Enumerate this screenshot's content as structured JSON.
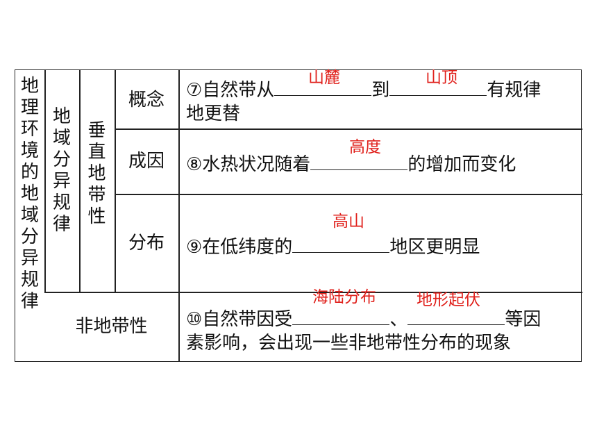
{
  "col1_text": "地理环境的地域分异规律",
  "col2_text": "地域分异规律",
  "col3_text": "垂直地带性",
  "rows": {
    "concept": {
      "label": "概念",
      "prefix": "⑦自然带从",
      "middle": "到",
      "suffix": "有规律",
      "line2": "地更替",
      "answer1": "山麓",
      "answer2": "山顶"
    },
    "cause": {
      "label": "成因",
      "prefix": "⑧水热状况随着",
      "suffix": "的增加而变化",
      "answer1": "高度"
    },
    "distribution": {
      "label": "分布",
      "prefix": "⑨在低纬度的",
      "suffix": "地区更明显",
      "answer1": "高山"
    },
    "azonal": {
      "label": "非地带性",
      "prefix": "⑩自然带因受",
      "middle": "、",
      "suffix": "等因",
      "line2": "素影响，会出现一些非地带性分布的现象",
      "answer1": "海陆分布",
      "answer2": "地形起伏"
    }
  }
}
